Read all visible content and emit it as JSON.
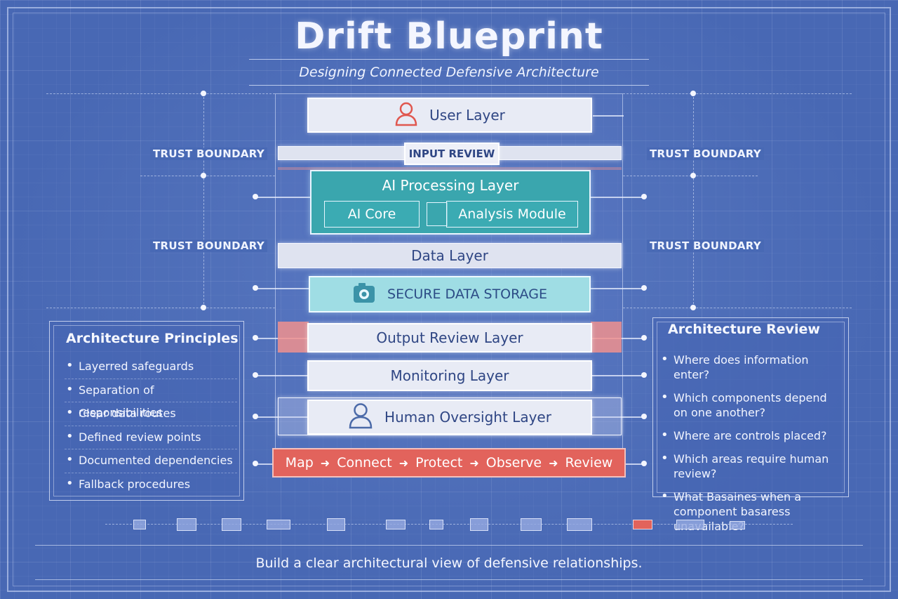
{
  "header": {
    "title": "Drift Blueprint",
    "subtitle": "Designing Connected Defensive Architecture"
  },
  "boundaries": {
    "left_top": "TRUST BOUNDARY",
    "right_top": "TRUST BOUNDARY",
    "left_bottom": "TRUST BOUNDARY",
    "right_bottom": "TRUST BOUNDARY"
  },
  "stack": {
    "user_layer": "User Layer",
    "input_review": "INPUT REVIEW",
    "ai_layer": {
      "title": "AI Processing Layer",
      "core": "AI Core",
      "module": "Analysis Module"
    },
    "data_layer": "Data Layer",
    "storage": "SECURE DATA STORAGE",
    "output_review": "Output Review Layer",
    "monitoring": "Monitoring Layer",
    "human_oversight": "Human Oversight Layer"
  },
  "flow": {
    "steps": [
      "Map",
      "Connect",
      "Protect",
      "Observe",
      "Review"
    ]
  },
  "principles": {
    "title": "Architecture Principles",
    "items": [
      "Layerred safeguards",
      "Separation of responsibilities",
      "Clear data routes",
      "Defined review points",
      "Documented dependencies",
      "Fallback procedures"
    ]
  },
  "review": {
    "title": "Architecture Review",
    "items": [
      "Where does information enter?",
      "Which components depend on one another?",
      "Where are controls placed?",
      "Which areas require human review?",
      "What Basaines when a component basaress unavailable?"
    ]
  },
  "footer": {
    "text": "Build a clear architectural view of defensive relationships."
  },
  "icons": {
    "user": "user-icon",
    "storage": "camera-icon",
    "human": "user-icon"
  },
  "colors": {
    "background": "#4868b4",
    "ai_layer": "#3aa6ae",
    "storage": "#9fdde4",
    "flow_bar": "#e2635c",
    "layer_text": "#2f4684",
    "accent_red": "#e2635c"
  }
}
